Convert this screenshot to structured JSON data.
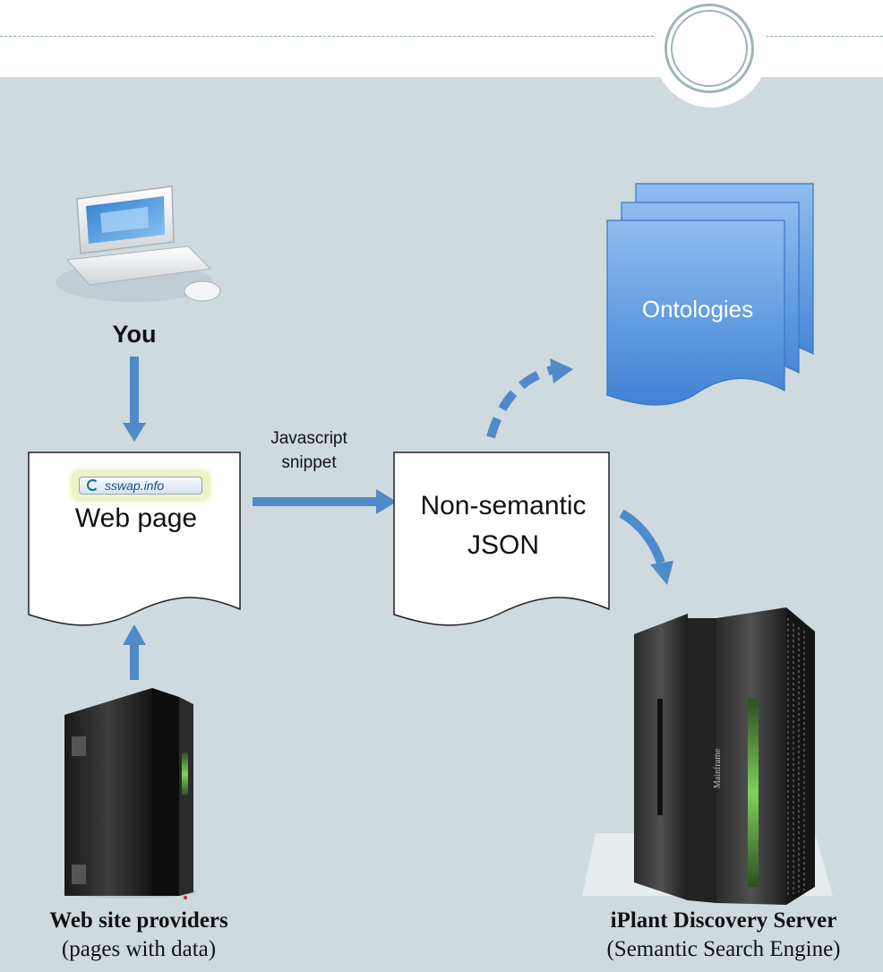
{
  "nodes": {
    "you": "You",
    "snippet": "Javascript\nsnippet",
    "webpage": "Web page",
    "badge": "sswap.info",
    "json": "Non-semantic\nJSON",
    "ontologies": "Ontologies",
    "mainframe": "Mainframe"
  },
  "providers": {
    "title": "Web site providers",
    "subtitle": "(pages with data)"
  },
  "iplant": {
    "title": "iPlant Discovery Server",
    "subtitle": "(Semantic Search Engine)"
  },
  "colors": {
    "arrow": "#4f8ac9",
    "background": "#cfdadf",
    "ontology_fill": "#6aa5e4"
  }
}
